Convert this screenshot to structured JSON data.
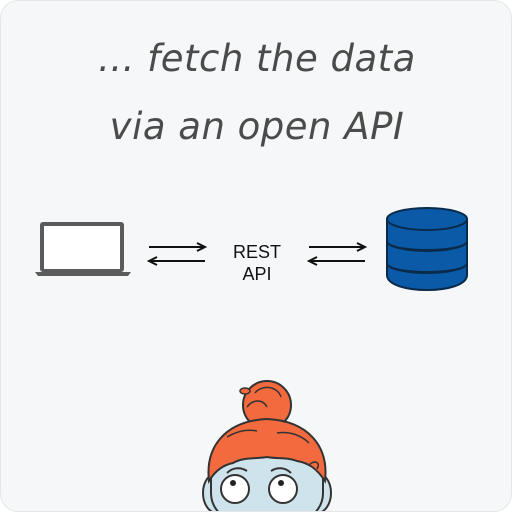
{
  "headline": {
    "line1": "... fetch the data",
    "line2": "via an open API"
  },
  "diagram": {
    "api_label_line1": "REST",
    "api_label_line2": "API",
    "database_color": "#0b5aa8",
    "laptop_color": "#5b5b5b"
  },
  "character": {
    "hair_color": "#f26a3d",
    "skin_color": "#cfe3ec"
  }
}
